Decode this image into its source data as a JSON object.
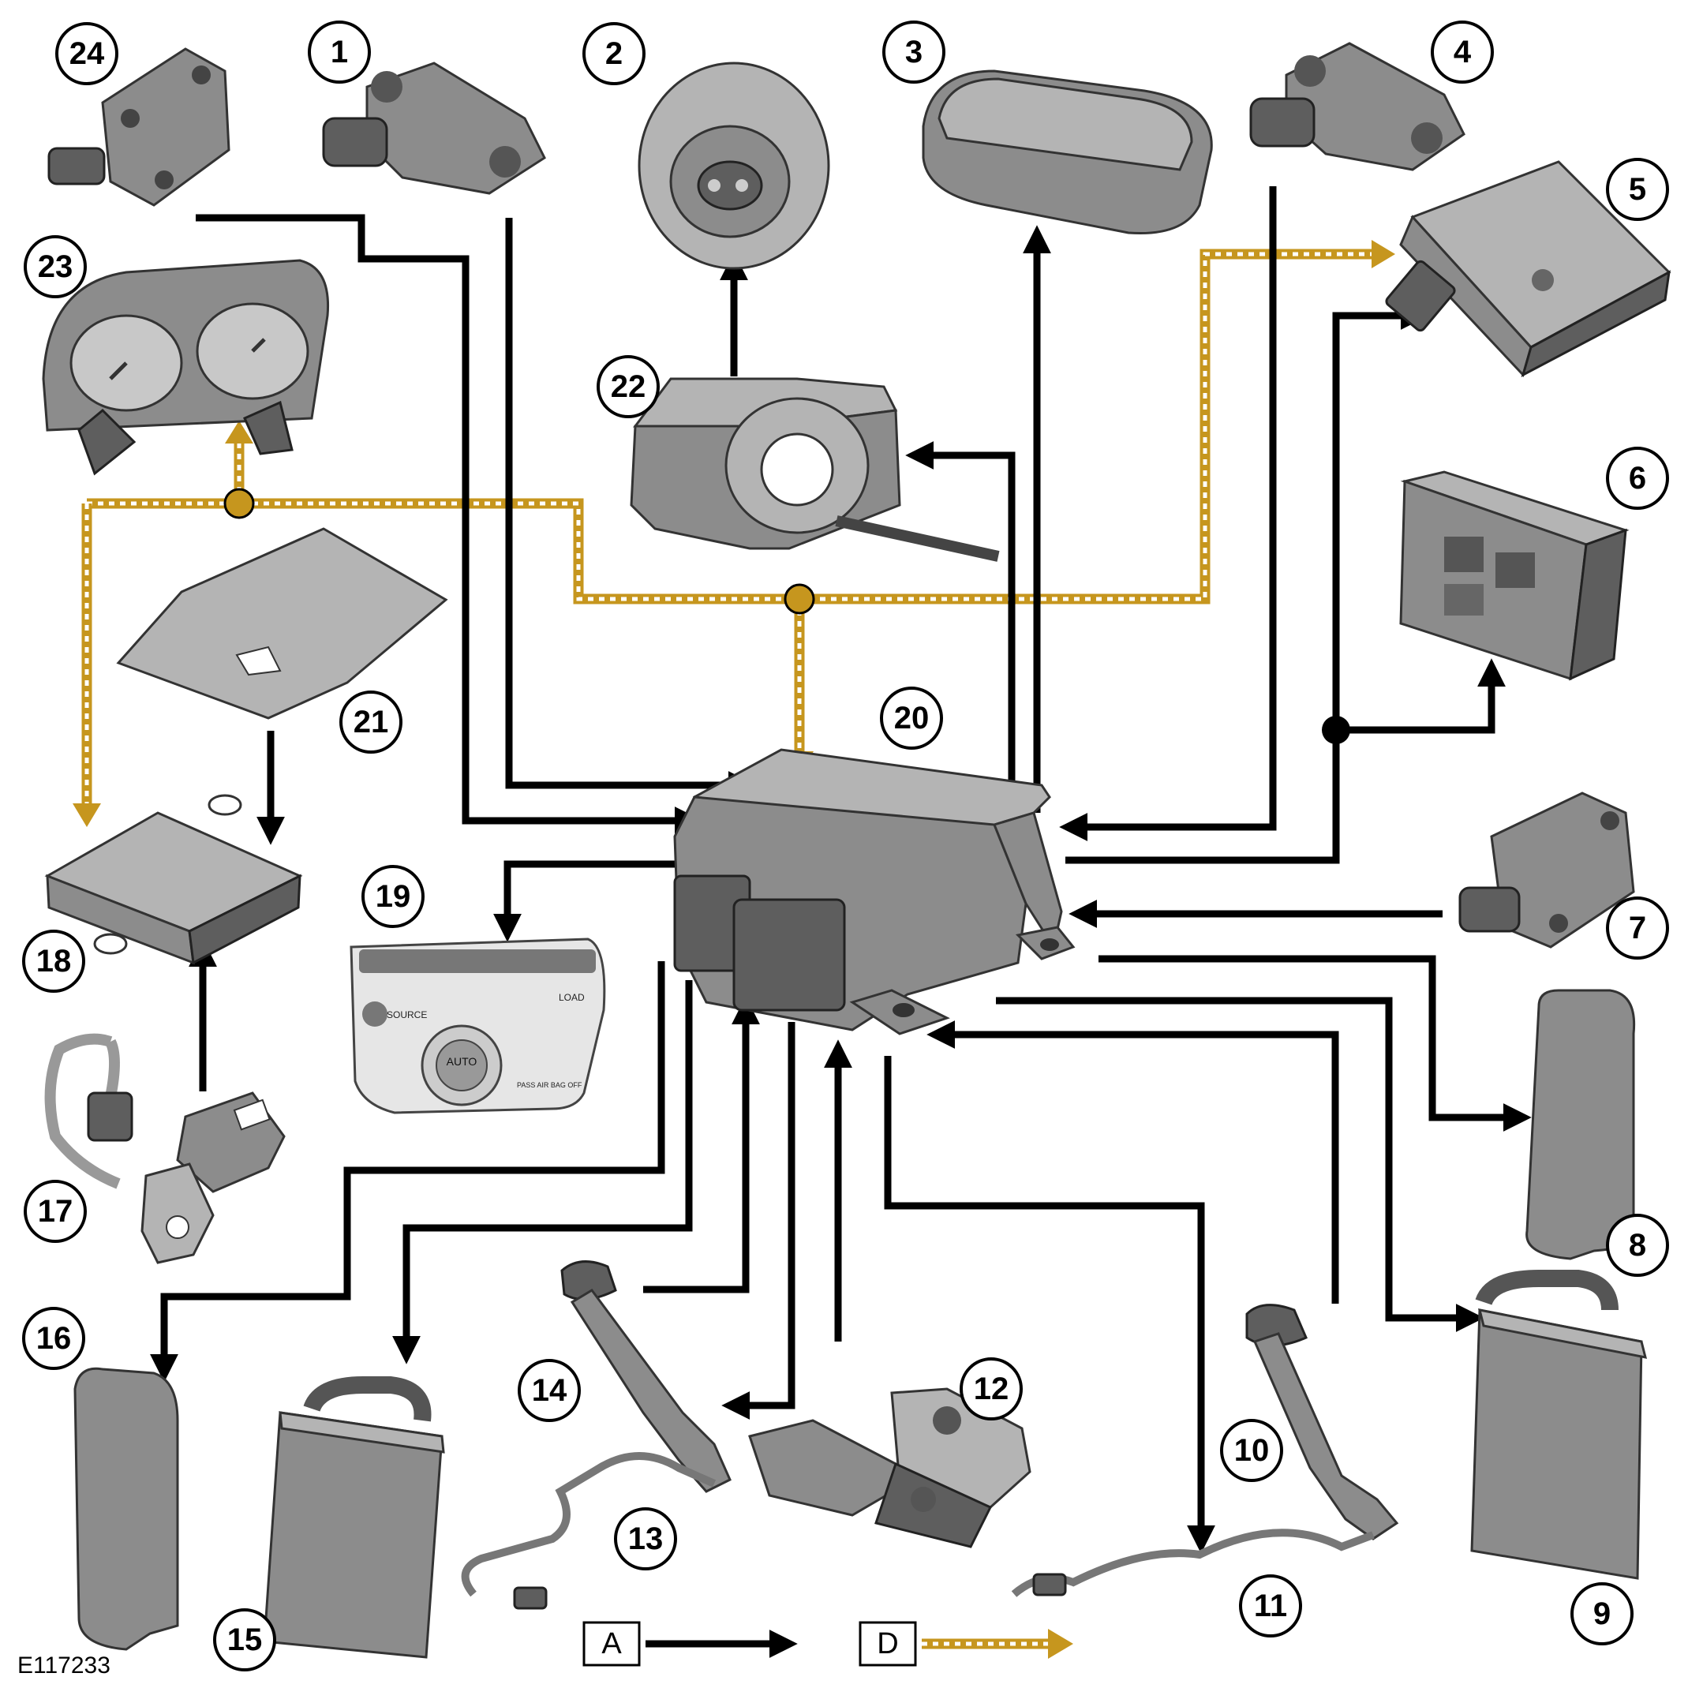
{
  "reference_code": "E117233",
  "callouts": {
    "c1": "1",
    "c2": "2",
    "c3": "3",
    "c4": "4",
    "c5": "5",
    "c6": "6",
    "c7": "7",
    "c8": "8",
    "c9": "9",
    "c10": "10",
    "c11": "11",
    "c12": "12",
    "c13": "13",
    "c14": "14",
    "c15": "15",
    "c16": "16",
    "c17": "17",
    "c18": "18",
    "c19": "19",
    "c20": "20",
    "c21": "21",
    "c22": "22",
    "c23": "23",
    "c24": "24"
  },
  "legend": {
    "hardwired": "A",
    "data_bus": "D"
  },
  "control_panel": {
    "source_label": "SOURCE",
    "load_label": "LOAD",
    "auto_label": "AUTO",
    "pass_airbag_label": "PASS AIR BAG OFF"
  },
  "colors": {
    "hardwired": "#000000",
    "data_bus": "#c6961e"
  }
}
